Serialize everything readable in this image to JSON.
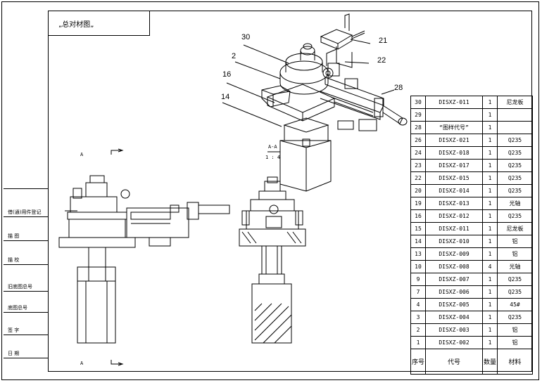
{
  "title_box": "„总对材图„",
  "left_table": [
    "借(通)用件登记",
    "描  图",
    "描  校",
    "旧底图总号",
    "底图总号",
    "签  字",
    "日  期"
  ],
  "section_view": {
    "name": "A-A",
    "scale": "1 : 4"
  },
  "view_arrows": {
    "top": "A",
    "bottom": "A"
  },
  "callouts": [
    "30",
    "2",
    "16",
    "14",
    "21",
    "22",
    "28"
  ],
  "bom_rows": [
    [
      "30",
      "DISXZ-011",
      "1",
      "尼龙板"
    ],
    [
      "29",
      "",
      "1",
      ""
    ],
    [
      "28",
      "“图样代号”",
      "1",
      ""
    ],
    [
      "26",
      "DISXZ-021",
      "1",
      "Q235"
    ],
    [
      "24",
      "DISXZ-018",
      "1",
      "Q235"
    ],
    [
      "23",
      "DISXZ-017",
      "1",
      "Q235"
    ],
    [
      "22",
      "DISXZ-015",
      "1",
      "Q235"
    ],
    [
      "20",
      "DISXZ-014",
      "1",
      "Q235"
    ],
    [
      "19",
      "DISXZ-013",
      "1",
      "光轴"
    ],
    [
      "16",
      "DISXZ-012",
      "1",
      "Q235"
    ],
    [
      "15",
      "DISXZ-011",
      "1",
      "尼龙板"
    ],
    [
      "14",
      "DISXZ-010",
      "1",
      "铝"
    ],
    [
      "13",
      "DISXZ-009",
      "1",
      "铝"
    ],
    [
      "10",
      "DISXZ-008",
      "4",
      "光轴"
    ],
    [
      "9",
      "DISXZ-007",
      "1",
      "Q235"
    ],
    [
      "7",
      "DISXZ-006",
      "1",
      "Q235"
    ],
    [
      "4",
      "DISXZ-005",
      "1",
      "45#"
    ],
    [
      "3",
      "DISXZ-004",
      "1",
      "Q235"
    ],
    [
      "2",
      "DISXZ-003",
      "1",
      "铝"
    ],
    [
      "1",
      "DISXZ-002",
      "1",
      "铝"
    ]
  ],
  "bom_header": {
    "seq": "序号",
    "code": "代号",
    "qty": "数量",
    "material": "材料"
  }
}
